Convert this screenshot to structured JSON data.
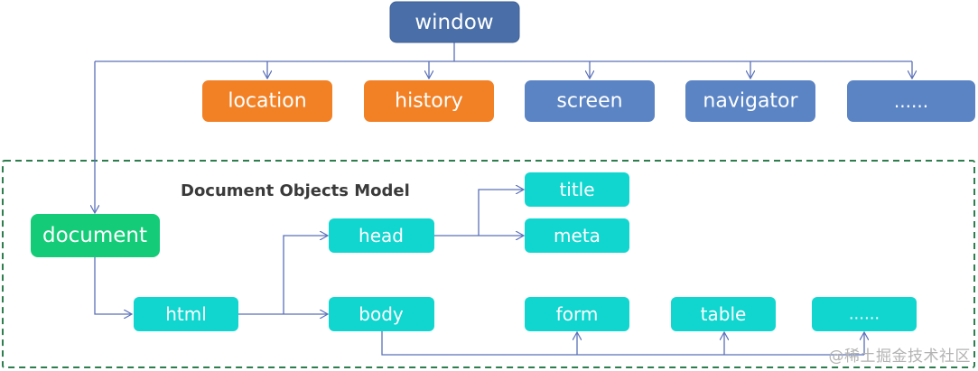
{
  "title": "Document Objects Model",
  "nodes": {
    "window": "window",
    "location": "location",
    "history": "history",
    "screen": "screen",
    "navigator": "navigator",
    "window_more": "......",
    "document": "document",
    "html": "html",
    "head": "head",
    "body": "body",
    "title": "title",
    "meta": "meta",
    "form": "form",
    "table": "table",
    "body_more": "......"
  },
  "colors": {
    "window": "#4a6fa8",
    "bom_orange": "#f28126",
    "bom_blue": "#5b84c4",
    "document": "#14cc77",
    "dom_cyan": "#10d6cf",
    "connector": "#5a70b8",
    "dashed_border": "#2e7d4f"
  },
  "watermark": "@稀土掘金技术社区"
}
